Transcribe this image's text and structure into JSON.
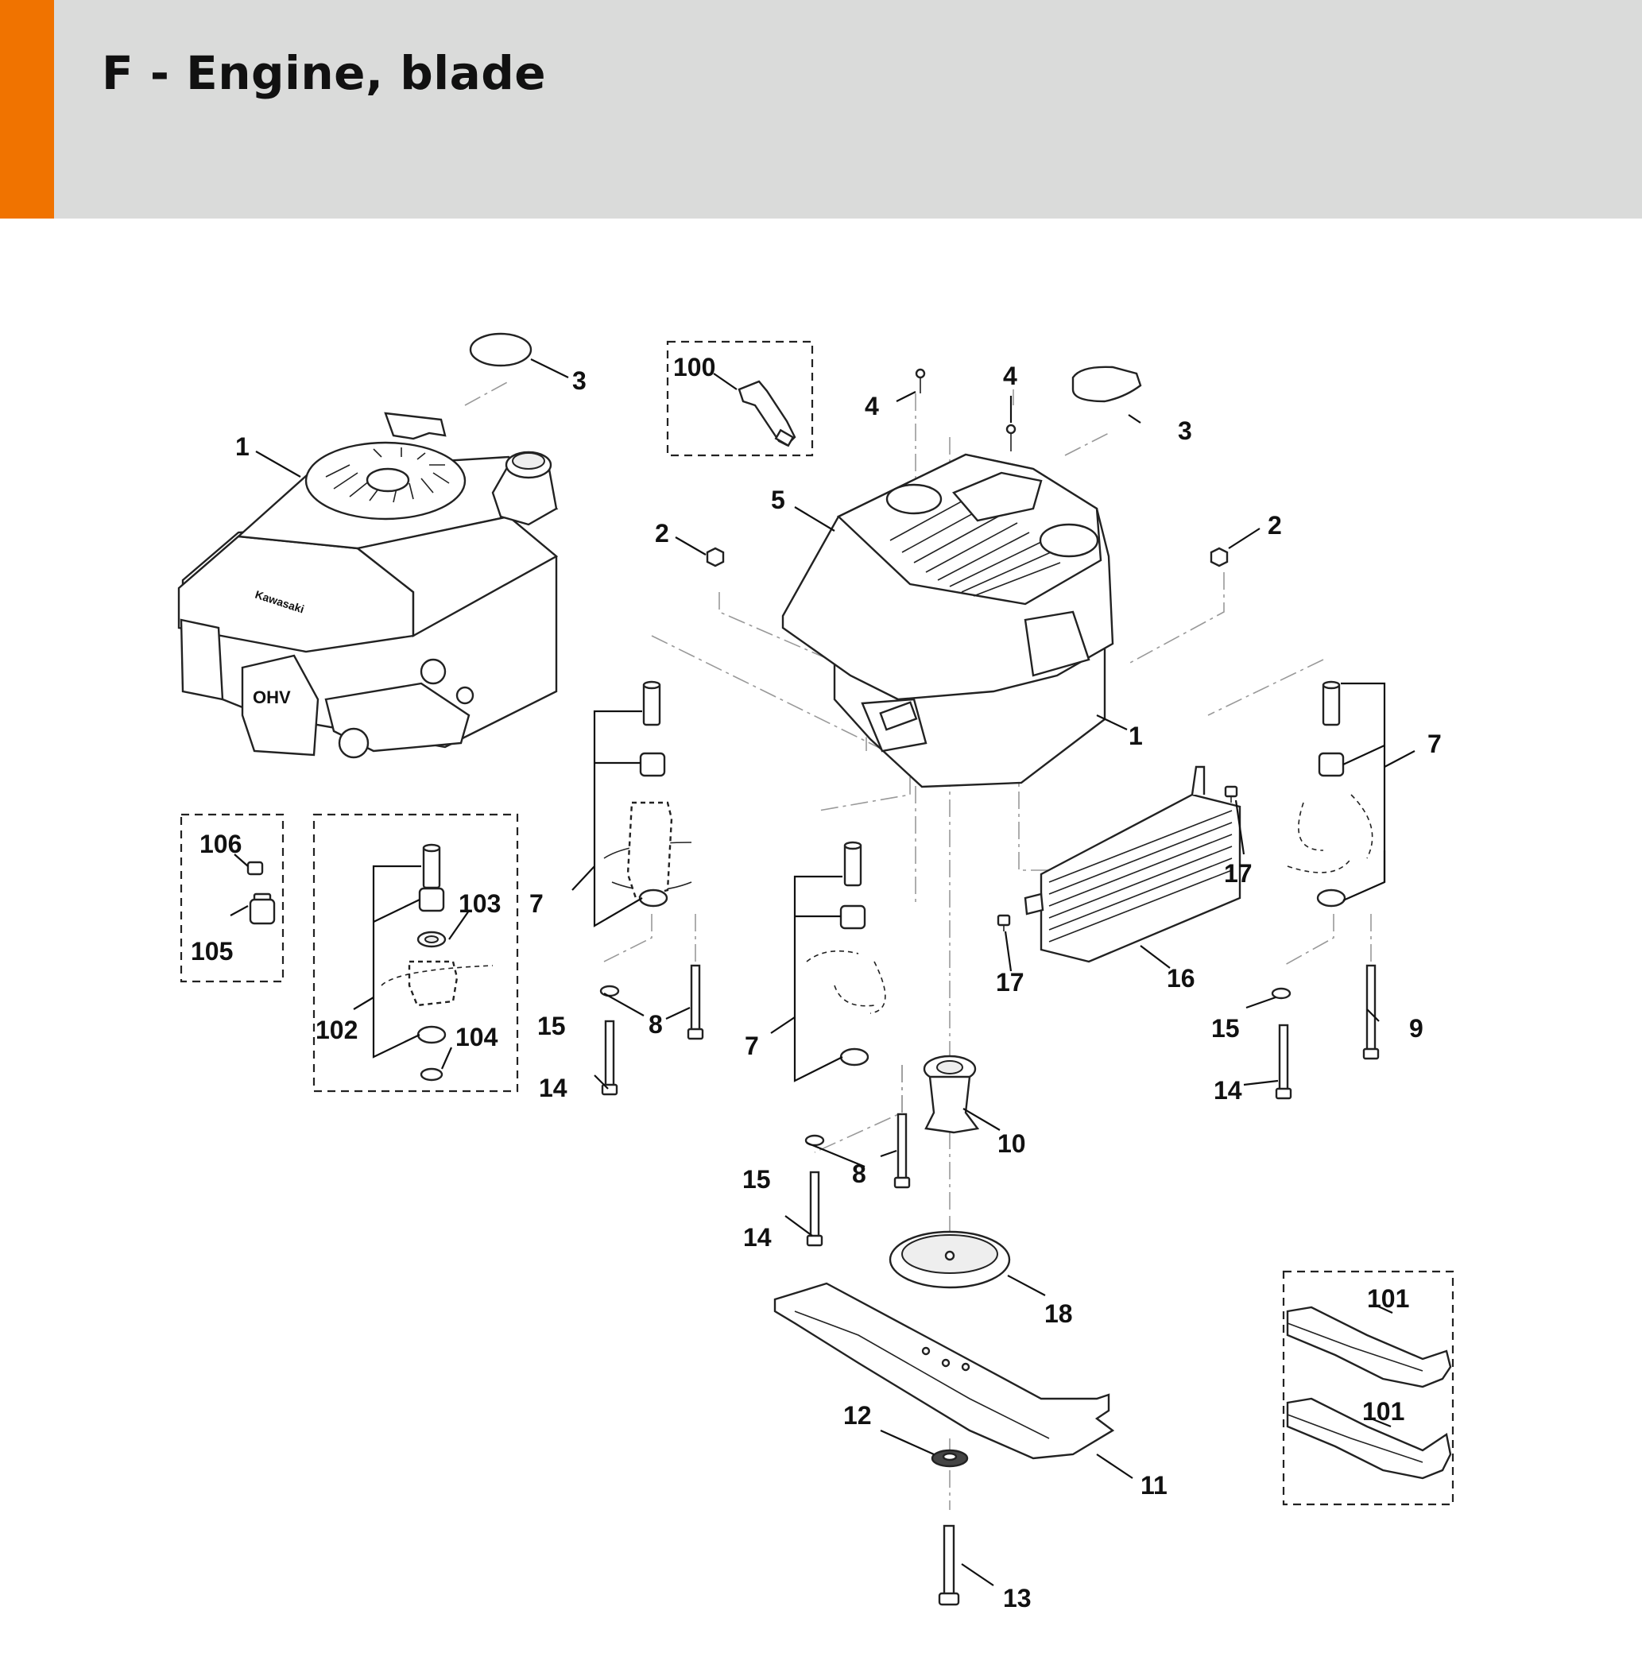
{
  "header": {
    "title": "F - Engine, blade",
    "accent_color": "#f07300",
    "background_color": "#dadbda"
  },
  "callouts": {
    "l1a": "1",
    "l1b": "1",
    "l2a": "2",
    "l2b": "2",
    "l3a": "3",
    "l3b": "3",
    "l4a": "4",
    "l4b": "4",
    "l5": "5",
    "l7a": "7",
    "l7b": "7",
    "l7c": "7",
    "l8a": "8",
    "l8b": "8",
    "l9": "9",
    "l10": "10",
    "l11": "11",
    "l12": "12",
    "l13": "13",
    "l14a": "14",
    "l14b": "14",
    "l14c": "14",
    "l15a": "15",
    "l15b": "15",
    "l15c": "15",
    "l16": "16",
    "l17a": "17",
    "l17b": "17",
    "l18": "18",
    "l100": "100",
    "l101a": "101",
    "l101b": "101",
    "l102": "102",
    "l103": "103",
    "l104": "104",
    "l105": "105",
    "l106": "106"
  },
  "engine_labels": {
    "brand_text": "Kawasaki",
    "valve_text": "OHV"
  }
}
